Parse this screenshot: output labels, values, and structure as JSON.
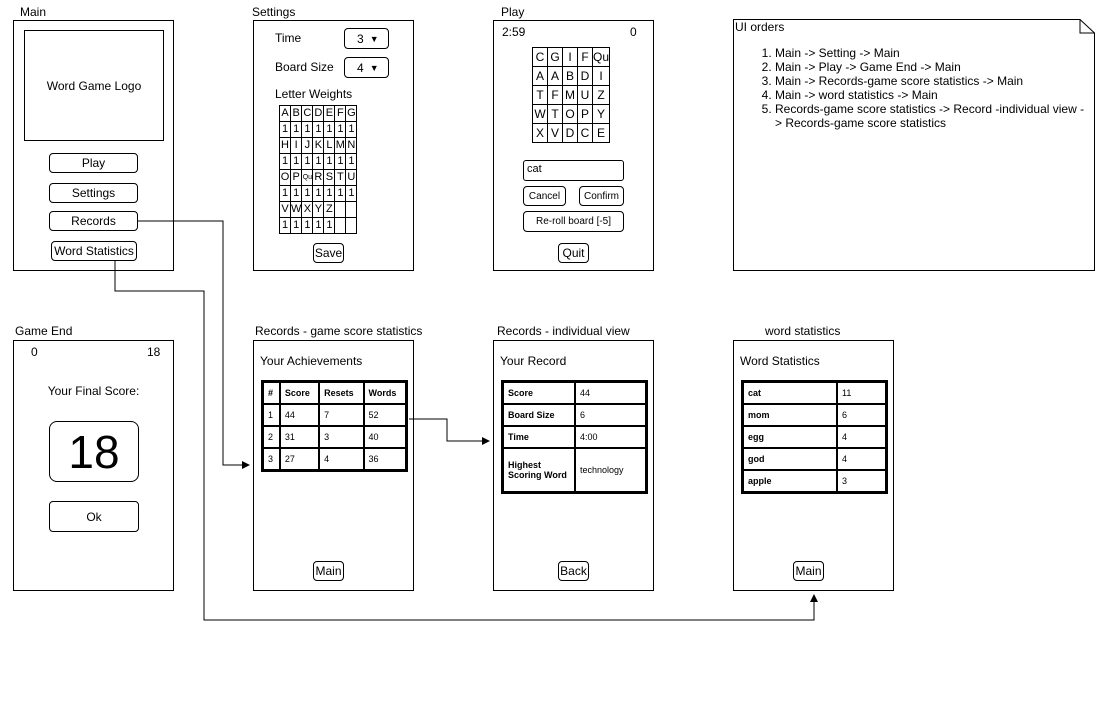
{
  "screens": {
    "main": {
      "title": "Main",
      "logo": "Word Game Logo",
      "buttons": [
        "Play",
        "Settings",
        "Records",
        "Word Statistics"
      ]
    },
    "settings": {
      "title": "Settings",
      "time_label": "Time",
      "time_value": "3",
      "board_label": "Board Size",
      "board_value": "4",
      "weights_label": "Letter Weights",
      "weights": [
        [
          "A",
          "B",
          "C",
          "D",
          "E",
          "F",
          "G"
        ],
        [
          "1",
          "1",
          "1",
          "1",
          "1",
          "1",
          "1"
        ],
        [
          "H",
          "I",
          "J",
          "K",
          "L",
          "M",
          "N"
        ],
        [
          "1",
          "1",
          "1",
          "1",
          "1",
          "1",
          "1"
        ],
        [
          "O",
          "P",
          "Qu",
          "R",
          "S",
          "T",
          "U"
        ],
        [
          "1",
          "1",
          "1",
          "1",
          "1",
          "1",
          "1"
        ],
        [
          "V",
          "W",
          "X",
          "Y",
          "Z",
          "",
          ""
        ],
        [
          "1",
          "1",
          "1",
          "1",
          "1",
          "",
          ""
        ]
      ],
      "save": "Save"
    },
    "play": {
      "title": "Play",
      "timer": "2:59",
      "score": "0",
      "board": [
        [
          "C",
          "G",
          "I",
          "F",
          "Qu"
        ],
        [
          "A",
          "A",
          "B",
          "D",
          "I"
        ],
        [
          "T",
          "F",
          "M",
          "U",
          "Z"
        ],
        [
          "W",
          "T",
          "O",
          "P",
          "Y"
        ],
        [
          "X",
          "V",
          "D",
          "C",
          "E"
        ]
      ],
      "word_input": "cat",
      "cancel": "Cancel",
      "confirm": "Confirm",
      "reroll": "Re-roll board [-5]",
      "quit": "Quit"
    },
    "ui_orders": {
      "title": "UI orders",
      "items": [
        "Main -> Setting -> Main",
        "Main -> Play -> Game End -> Main",
        "Main -> Records-game score statistics -> Main",
        "Main -> word statistics -> Main",
        "Records-game score statistics -> Record -individual view -> Records-game score statistics"
      ]
    },
    "game_end": {
      "title": "Game End",
      "left_value": "0",
      "right_value": "18",
      "label": "Your Final Score:",
      "score": "18",
      "ok": "Ok"
    },
    "records_stats": {
      "title": "Records - game score statistics",
      "heading": "Your Achievements",
      "headers": [
        "#",
        "Score",
        "Resets",
        "Words"
      ],
      "rows": [
        [
          "1",
          "44",
          "7",
          "52"
        ],
        [
          "2",
          "31",
          "3",
          "40"
        ],
        [
          "3",
          "27",
          "4",
          "36"
        ]
      ],
      "main": "Main"
    },
    "records_individual": {
      "title": "Records - individual view",
      "heading": "Your Record",
      "rows": [
        [
          "Score",
          "44"
        ],
        [
          "Board Size",
          "6"
        ],
        [
          "Time",
          "4:00"
        ],
        [
          "Highest Scoring Word",
          "technology"
        ]
      ],
      "back": "Back"
    },
    "word_stats": {
      "title": "word statistics",
      "heading": "Word Statistics",
      "rows": [
        [
          "cat",
          "11"
        ],
        [
          "mom",
          "6"
        ],
        [
          "egg",
          "4"
        ],
        [
          "god",
          "4"
        ],
        [
          "apple",
          "3"
        ]
      ],
      "main": "Main"
    }
  }
}
